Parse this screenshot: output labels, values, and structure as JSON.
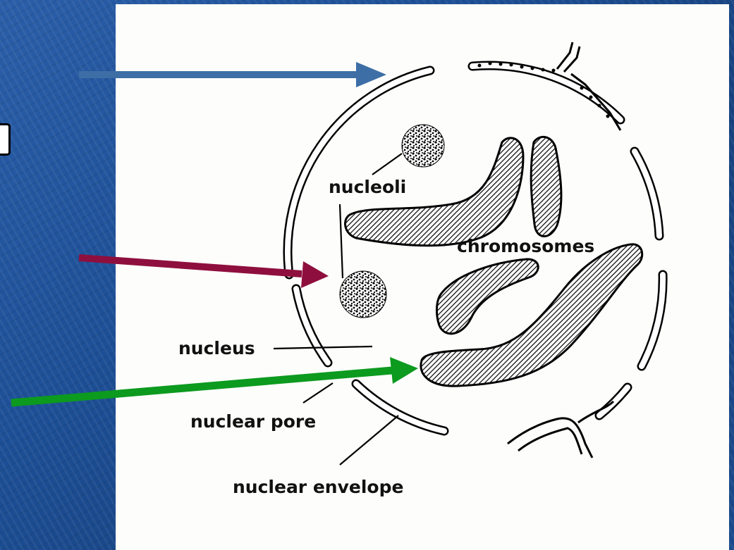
{
  "diagram": {
    "labels": {
      "nucleoli": "nucleoli",
      "chromosomes": "chromosomes",
      "nucleus": "nucleus",
      "nuclear_pore": "nuclear pore",
      "nuclear_envelope": "nuclear envelope"
    },
    "colors": {
      "blue_arrow": "#3d6ea6",
      "red_arrow": "#8e0f3e",
      "green_arrow": "#0c9a1f",
      "background": "#1d4f96"
    }
  }
}
